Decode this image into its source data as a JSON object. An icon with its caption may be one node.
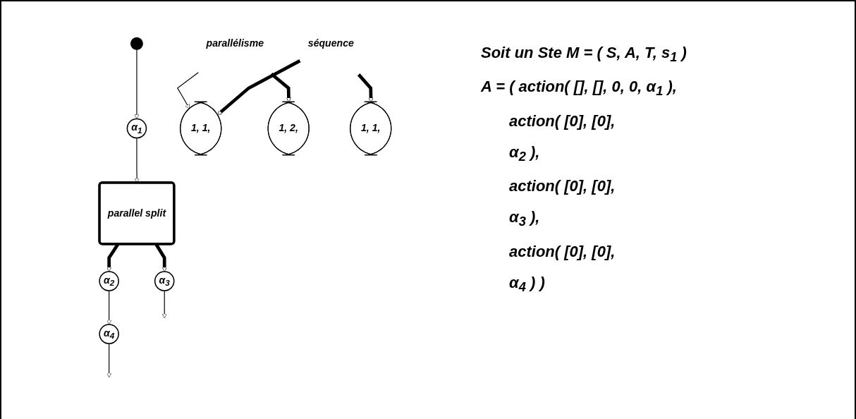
{
  "diagram": {
    "nodes": [
      {
        "text": [],
        "shape": "circle"
      },
      {
        "text": [
          "α$_{1}$"
        ]
      },
      {
        "text": [
          "parallel split"
        ]
      },
      {
        "text": [
          "α$_{2}$"
        ]
      },
      {
        "text": [
          "α$_{3}$"
        ]
      },
      {
        "text": [
          "α$_{4}$"
        ]
      },
      {
        "text": [
          "1, 1,"
        ]
      },
      {
        "text": [
          "parallélisme"
        ]
      },
      {
        "text": [
          "1, 2,"
        ]
      },
      {
        "text": [
          "séquence"
        ]
      },
      {
        "text": [
          "1, 1,"
        ]
      }
    ],
    "edges": [
      {
        "from": 0,
        "to": 1,
        "arrow": "to"
      },
      {
        "from": 1,
        "to": 2,
        "arrow": "to"
      },
      {
        "from": 2,
        "to": 3,
        "arrow": "to",
        "style": "thick"
      },
      {
        "from": 2,
        "to": 4,
        "arrow": "to",
        "style": "thick"
      },
      {
        "from": 3,
        "to": 5,
        "arrow": "to"
      },
      {
        "from": 4,
        "to": null,
        "arrow": "to"
      },
      {
        "from": 5,
        "to": null,
        "arrow": "to"
      },
      {
        "from": 7,
        "to": 6,
        "arrow": "to"
      },
      {
        "from": 7,
        "to": 8,
        "arrow": "to",
        "style": "thick"
      },
      {
        "from": 9,
        "to": 6,
        "arrow": "to",
        "style": "thick"
      },
      {
        "from": 9,
        "to": 10,
        "arrow": "to",
        "style": "thick"
      }
    ],
    "labels": [
      "Soit un Ste M = ( S, A, T, s$_{1}$ )",
      "A = ( action( [], [], 0, 0, α$_{1}$ ),",
      "action( [0], [0],",
      "α$_{2}$ ),",
      "action( [0], [0],",
      "α$_{3}$ ),",
      "action( [0], [0],",
      "α$_{4}$ ) )"
    ]
  }
}
